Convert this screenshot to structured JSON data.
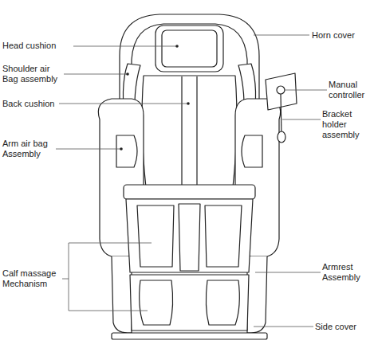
{
  "diagram": {
    "labels": [
      "Head cushion",
      "Horn cover",
      "Shoulder air Bag assembly",
      "Manual controller",
      "Back cushion",
      "Bracket holder assembly",
      "Arm air bag Assembly",
      "Calf massage Mechanism",
      "Armrest Assembly",
      "Side cover"
    ]
  }
}
